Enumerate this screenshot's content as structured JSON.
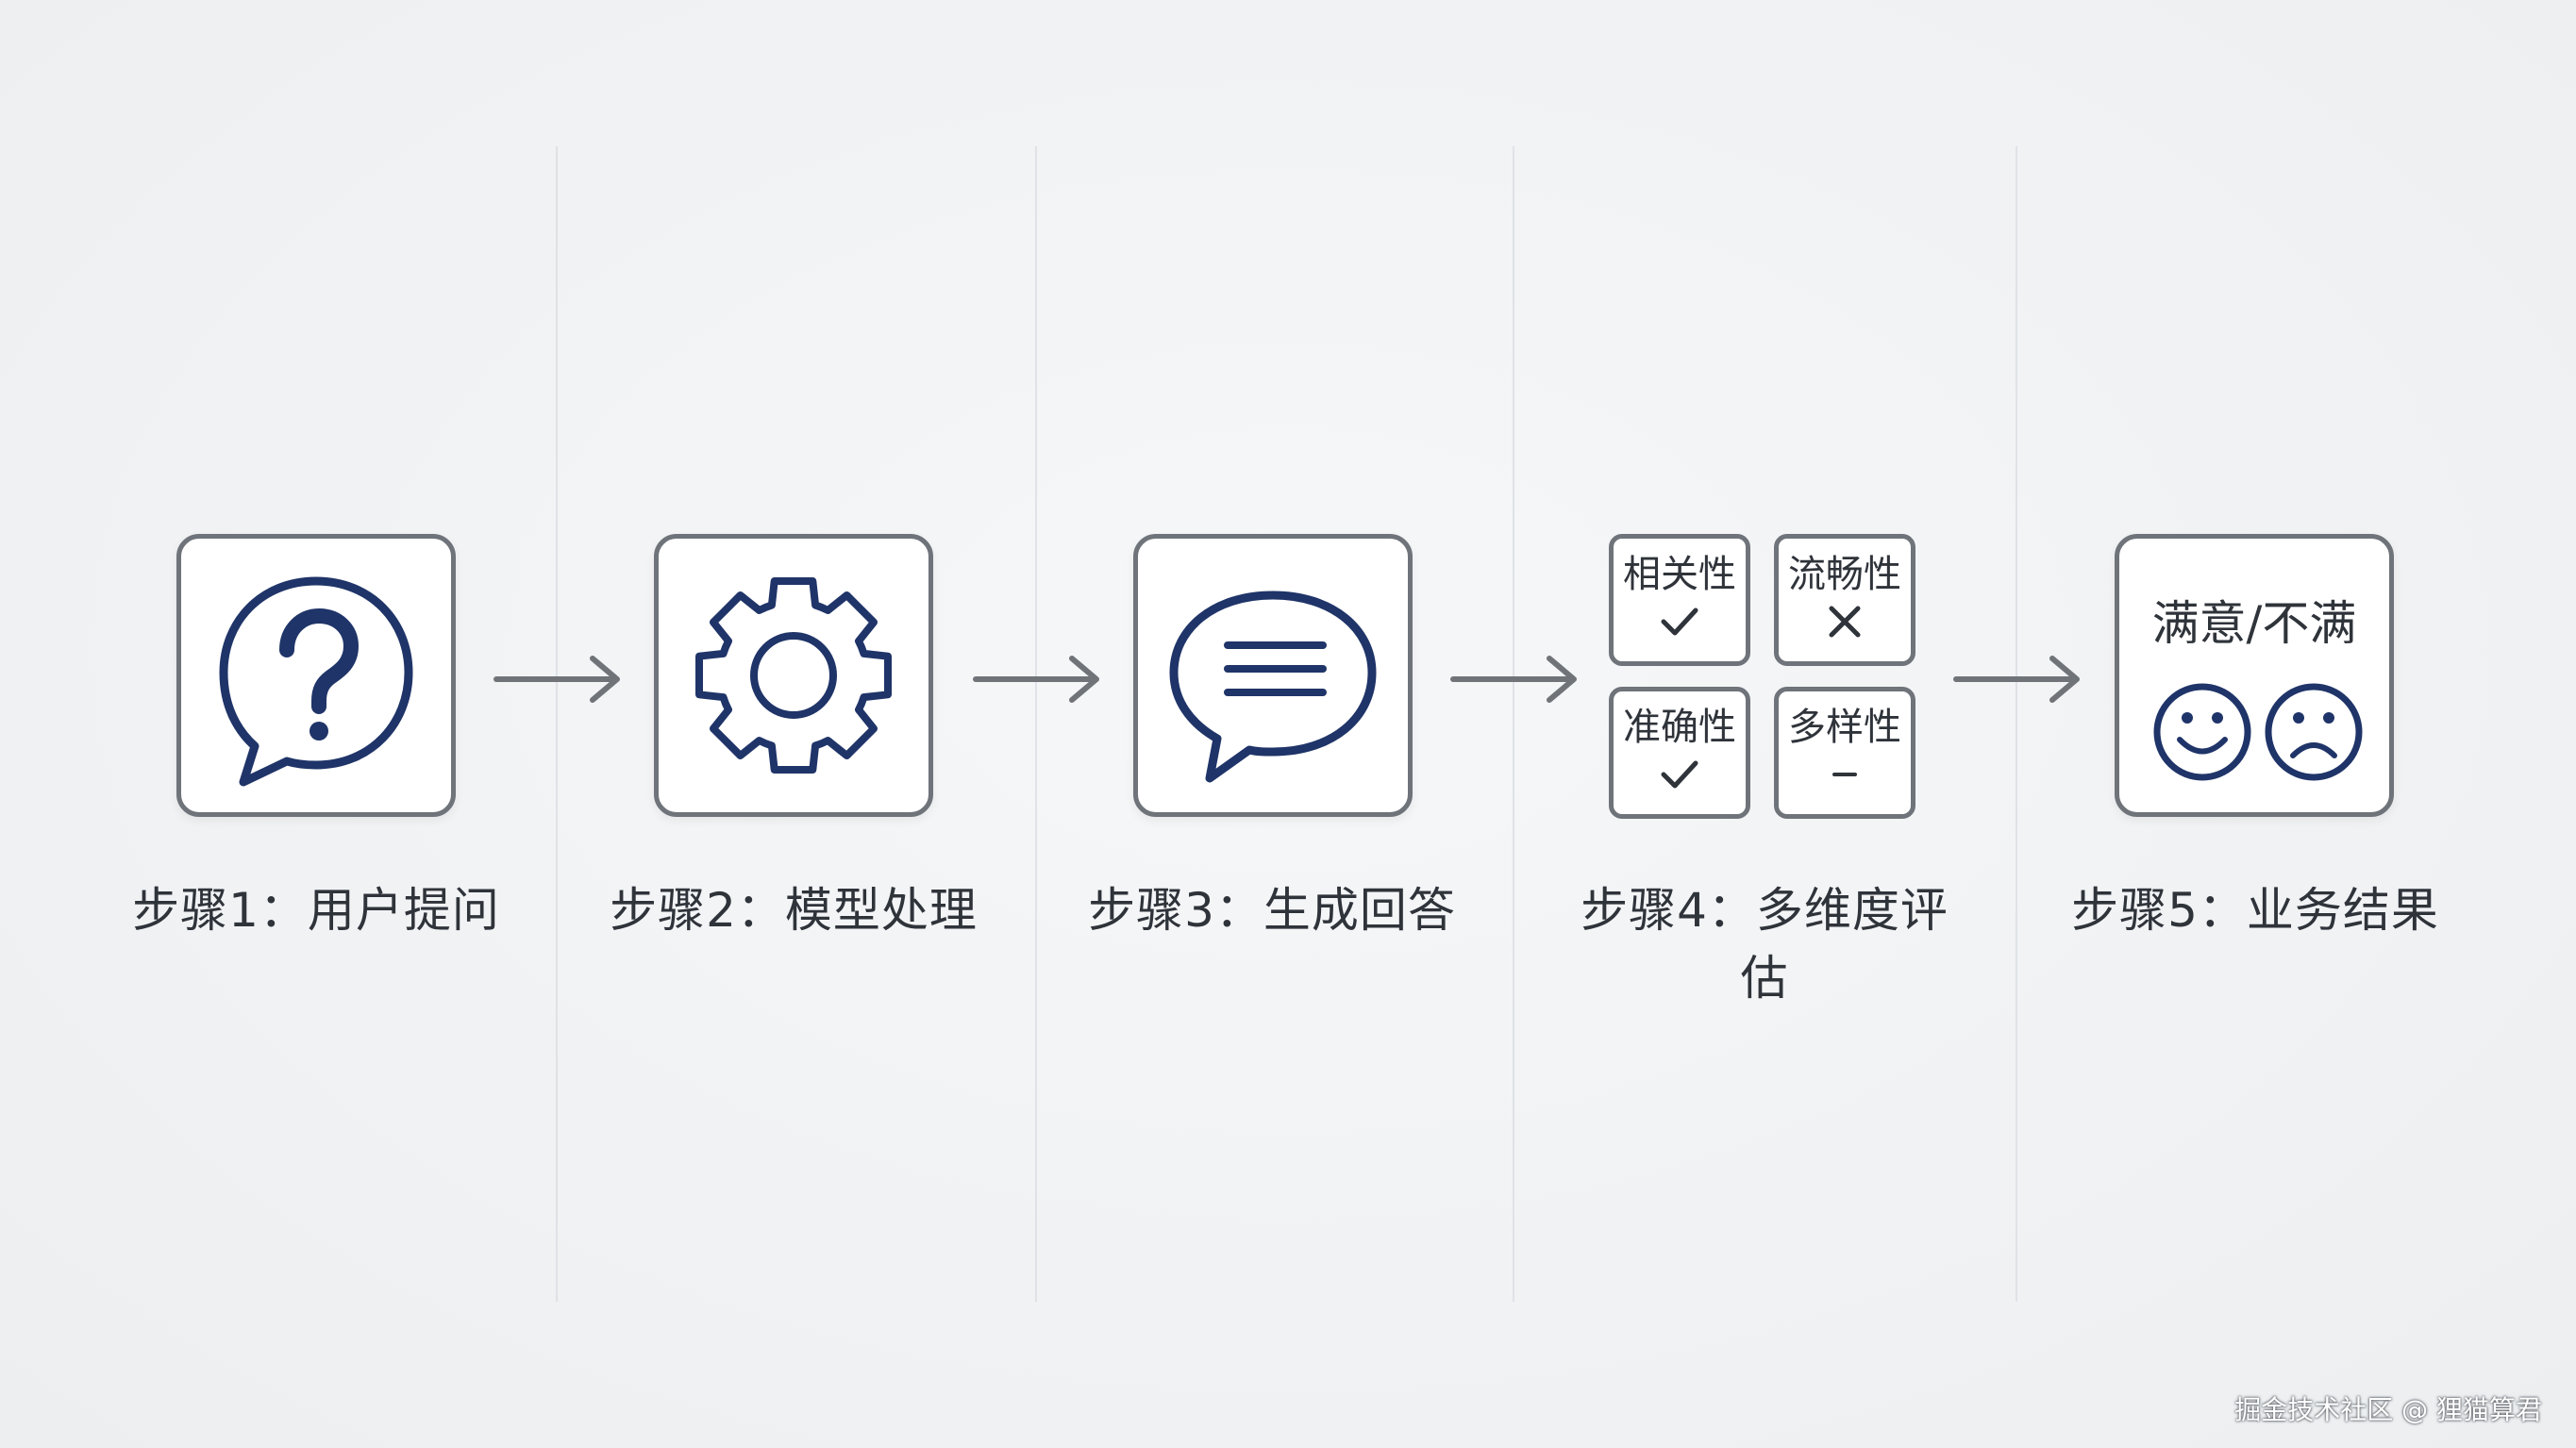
{
  "steps": [
    {
      "label": "步骤1：用户提问",
      "icon": "question-bubble-icon"
    },
    {
      "label": "步骤2：模型处理",
      "icon": "gear-icon"
    },
    {
      "label": "步骤3：生成回答",
      "icon": "chat-bubble-icon"
    },
    {
      "label": "步骤4：多维度评估",
      "icon": "evaluation-grid"
    },
    {
      "label": "步骤5：业务结果",
      "icon": "satisfaction-faces"
    }
  ],
  "evaluation": [
    {
      "name": "相关性",
      "mark": "check"
    },
    {
      "name": "流畅性",
      "mark": "cross"
    },
    {
      "name": "准确性",
      "mark": "check"
    },
    {
      "name": "多样性",
      "mark": "dash"
    }
  ],
  "outcome": {
    "title": "满意/不满"
  },
  "watermark": "掘金技术社区 @ 狸猫算君",
  "colors": {
    "icon_navy": "#1f3468",
    "box_border": "#6f737a",
    "arrow": "#707479",
    "text": "#2f333a",
    "background": "#f1f3f5"
  }
}
